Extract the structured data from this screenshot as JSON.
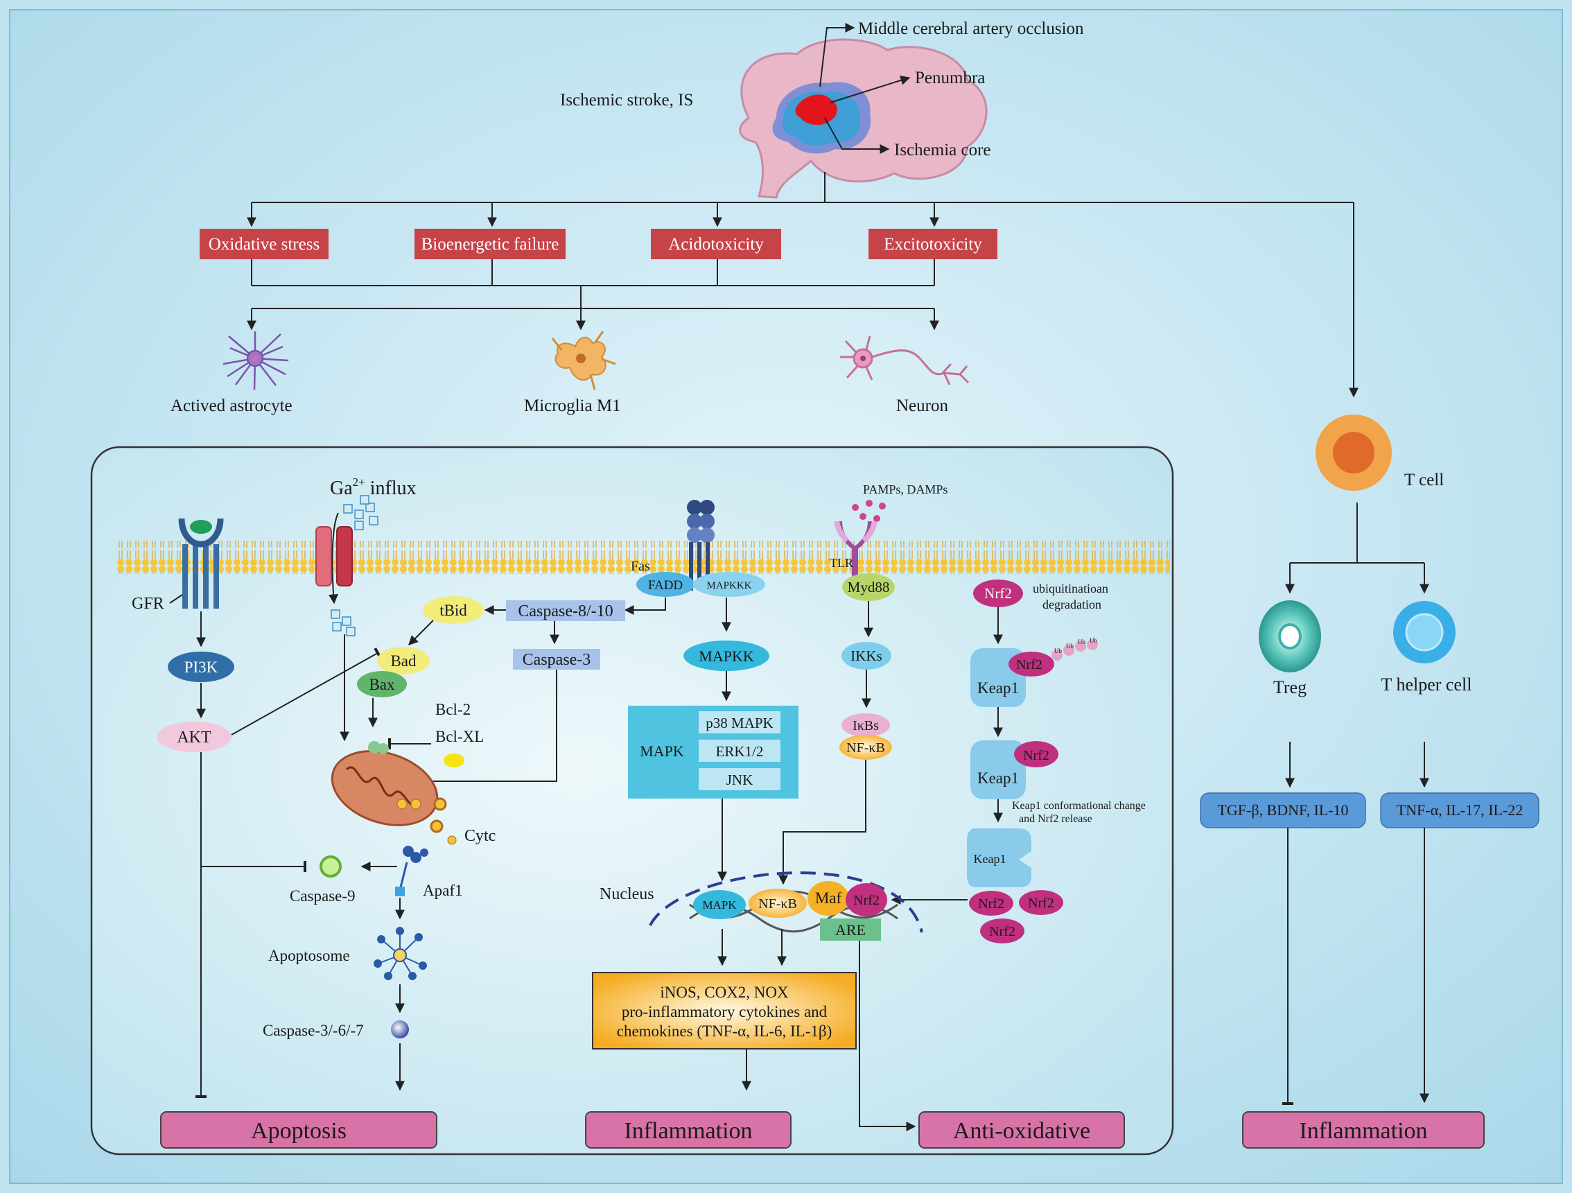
{
  "brain": {
    "title": "Ischemic stroke, IS",
    "mca": "Middle cerebral artery occlusion",
    "penumbra": "Penumbra",
    "core": "Ischemia core"
  },
  "mechanisms": [
    "Oxidative stress",
    "Bioenergetic failure",
    "Acidotoxicity",
    "Excitotoxicity"
  ],
  "cells": {
    "astrocyte": "Actived astrocyte",
    "microglia": "Microglia M1",
    "neuron": "Neuron"
  },
  "apoptosis": {
    "influx_main": "Ga",
    "influx_sup": "2+",
    "influx_tail": " influx",
    "gfr": "GFR",
    "pi3k": "PI3K",
    "akt": "AKT",
    "tbid": "tBid",
    "caspase810": "Caspase-8/-10",
    "caspase3": "Caspase-3",
    "bad": "Bad",
    "bax": "Bax",
    "bcl2": "Bcl-2",
    "bclxl": "Bcl-XL",
    "cytc": "Cytc",
    "caspase9": "Caspase-9",
    "apaf1": "Apaf1",
    "apoptosome": "Apoptosome",
    "caspase367": "Caspase-3/-6/-7",
    "outcome": "Apoptosis"
  },
  "mapk": {
    "fas": "Fas",
    "fadd": "FADD",
    "mapkkk": "MAPKKK",
    "mapkk": "MAPKK",
    "mapk": "MAPK",
    "p38": "p38 MAPK",
    "erk": "ERK1/2",
    "jnk": "JNK"
  },
  "tlr": {
    "pamps": "PAMPs, DAMPs",
    "tlr": "TLR",
    "myd88": "Myd88",
    "ikks": "IKKs",
    "ikbs": "IκBs",
    "nfkb": "NF-κB"
  },
  "nrf2": {
    "nrf2": "Nrf2",
    "ubiq1": "ubiquitinatioan",
    "ubiq2": "degradation",
    "keap1": "Keap1",
    "ub": "Ub",
    "conf1": "Keap1 conformational change",
    "conf2": "and Nrf2 release"
  },
  "nucleus": {
    "label": "Nucleus",
    "mapk": "MAPK",
    "nfkb": "NF-κB",
    "maf": "Maf",
    "nrf2": "Nrf2",
    "are": "ARE",
    "genes_line1": "iNOS, COX2, NOX",
    "genes_line2": "pro-inflammatory cytokines and",
    "genes_line3": "chemokines (TNF-α, IL-6, IL-1β)"
  },
  "outcomes": {
    "inflammation": "Inflammation",
    "antioxidative": "Anti-oxidative"
  },
  "tcell": {
    "tcell": "T cell",
    "treg": "Treg",
    "thelper": "T helper cell",
    "treg_cytokines": "TGF-β, BDNF, IL-10",
    "th_cytokines": "TNF-α, IL-17, IL-22",
    "outcome": "Inflammation"
  },
  "colors": {
    "background": "#b9dfec",
    "mechanism_box": "#c64348",
    "outcome_box": "#d873a8",
    "penumbra": "#3f9fd6",
    "core": "#e4141d",
    "gene_box": "#f7b731",
    "nrf2": "#c0307f"
  }
}
